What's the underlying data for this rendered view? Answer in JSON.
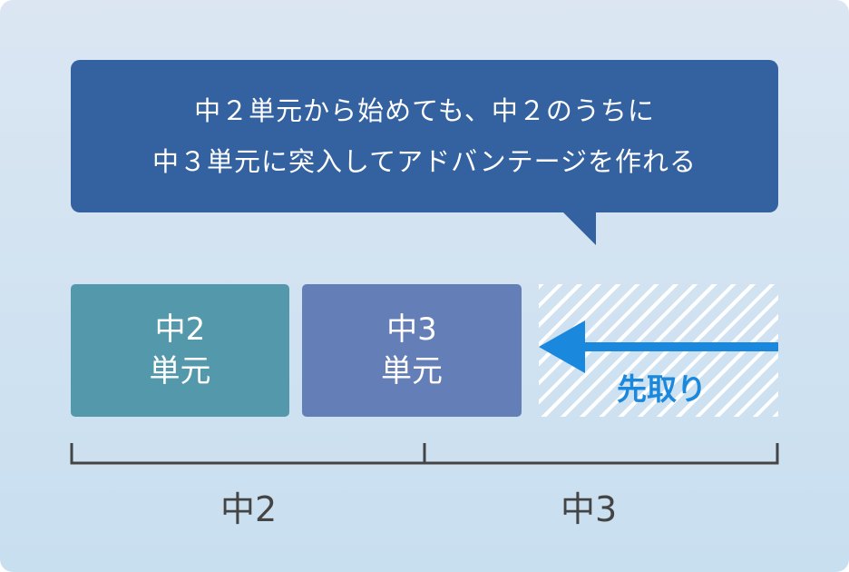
{
  "bubble": {
    "line1": "中２単元から始めても、中２のうちに",
    "line2": "中３単元に突入してアドバンテージを作れる"
  },
  "boxes": [
    {
      "line1": "中2",
      "line2": "単元"
    },
    {
      "line1": "中3",
      "line2": "単元"
    }
  ],
  "advance": {
    "label": "先取り"
  },
  "axis": {
    "left": "中2",
    "right": "中3"
  },
  "colors": {
    "bubble": "#3462a0",
    "box1": "#5499ab",
    "box2": "#647fb7",
    "arrow": "#1a88dc"
  }
}
